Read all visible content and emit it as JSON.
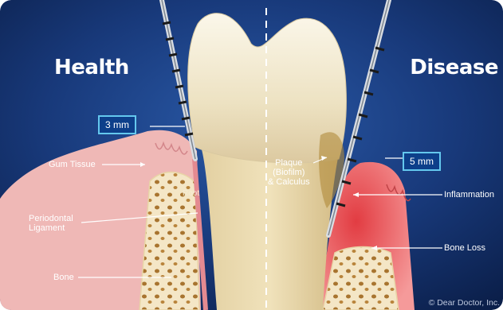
{
  "headings": {
    "left": "Health",
    "right": "Disease"
  },
  "measurements": {
    "healthy_depth": "3 mm",
    "disease_depth": "5 mm"
  },
  "labels": {
    "gum_tissue": "Gum Tissue",
    "periodontal_line1": "Periodontal",
    "periodontal_line2": "Ligament",
    "bone": "Bone",
    "root": "Root",
    "plaque_line1": "Plaque",
    "plaque_line2": "(Biofilm)",
    "plaque_line3": "& Calculus",
    "inflammation": "Inflammation",
    "bone_loss": "Bone Loss"
  },
  "copyright": "© Dear Doctor, Inc.",
  "colors": {
    "background_dark": "#0b1f4a",
    "background_light": "#2a5aa8",
    "label_box": "#0d3f8a",
    "label_box_border": "#64c8ee",
    "gum_healthy": "#efb8b6",
    "gum_inflamed": "#e8464a",
    "bone": "#f4e6c6",
    "enamel": "#f3ecd8"
  },
  "icons": [
    "periodontal-probe-icon"
  ]
}
